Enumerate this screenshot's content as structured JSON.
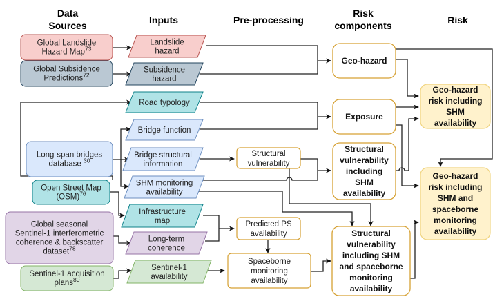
{
  "headers": {
    "data_sources": [
      "Data",
      "Sources"
    ],
    "inputs": "Inputs",
    "preprocessing": "Pre-processing",
    "risk_components": [
      "Risk",
      "components"
    ],
    "risk": "Risk"
  },
  "sources": {
    "landslide": {
      "lines": [
        "Global Landslide",
        "Hazard Map"
      ],
      "sup": "73",
      "fill": "#f8cecc",
      "stroke": "#b85450"
    },
    "subsidence": {
      "lines": [
        "Global Subsidence",
        "Predictions"
      ],
      "sup": "72",
      "fill": "#bac8d3",
      "stroke": "#23445d"
    },
    "bridges": {
      "lines": [
        "Long-span bridges",
        "database "
      ],
      "sup": "30",
      "fill": "#dae8fc",
      "stroke": "#6c8ebf"
    },
    "osm": {
      "lines": [
        "Open Street Map",
        "(OSM)"
      ],
      "sup": "76",
      "fill": "#b0e3e6",
      "stroke": "#0e8088"
    },
    "sentinel_dataset": {
      "lines": [
        "Global seasonal",
        "Sentinel-1 interferometric",
        "coherence & backscatter",
        "dataset"
      ],
      "sup": "78",
      "fill": "#e1d5e7",
      "stroke": "#9673a6"
    },
    "acq_plans": {
      "lines": [
        "Sentinel-1 acquisition",
        "plans"
      ],
      "sup": "80",
      "fill": "#d5e8d4",
      "stroke": "#82b366"
    }
  },
  "inputs": {
    "landslide_hazard": [
      "Landslide",
      "hazard"
    ],
    "subsidence_hazard": [
      "Subsidence",
      "hazard"
    ],
    "road_typology": [
      "Road typology"
    ],
    "bridge_function": [
      "Bridge function"
    ],
    "bridge_structural": [
      "Bridge structural",
      "information"
    ],
    "shm": [
      "SHM monitoring",
      "availability"
    ],
    "infrastructure_map": [
      "Infrastructure",
      "map"
    ],
    "long_term_coherence": [
      "Long-term",
      "coherence"
    ],
    "sentinel_availability": [
      "Sentinel-1",
      "availability"
    ]
  },
  "preprocessing": {
    "structural_vulnerability": [
      "Structural",
      "vulnerability"
    ],
    "predicted_ps": [
      "Predicted PS",
      "availability"
    ],
    "spaceborne": [
      "Spaceborne",
      "monitoring",
      "availability"
    ]
  },
  "risk_components": {
    "geo_hazard": [
      "Geo-hazard"
    ],
    "exposure": [
      "Exposure"
    ],
    "struct_vuln_shm": [
      "Structural",
      "vulnerability",
      "including",
      "SHM",
      "availability"
    ],
    "struct_vuln_shm_space": [
      "Structural",
      "vulnerability",
      "including SHM",
      "and spaceborne",
      "monitoring",
      "availability"
    ]
  },
  "risk": {
    "risk_shm": [
      "Geo-hazard",
      "risk including",
      "SHM",
      "availability"
    ],
    "risk_shm_space": [
      "Geo-hazard",
      "risk including",
      "SHM and",
      "spaceborne",
      "monitoring",
      "availability"
    ]
  },
  "colors": {
    "orange_stroke": "#d6a133",
    "risk_fill": "#fff2cc",
    "risk_stroke": "#f0d480"
  }
}
